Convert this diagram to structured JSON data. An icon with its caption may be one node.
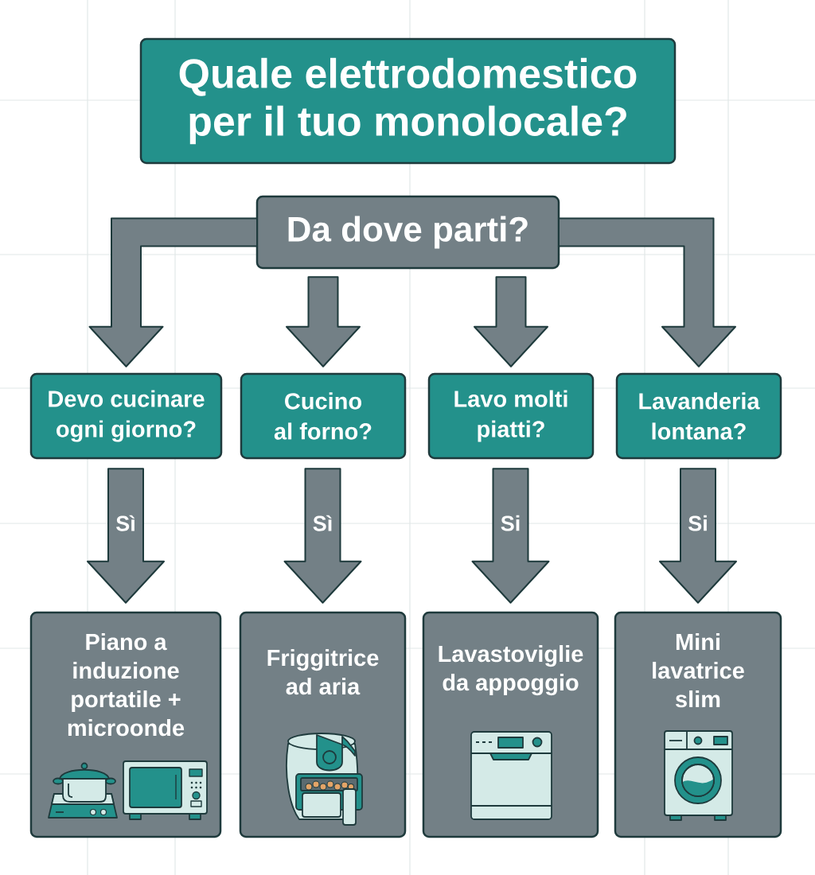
{
  "diagram": {
    "title": "Quale elettrodomestico per il tuo monolocale?",
    "nodes": [
      {
        "text": [
          "Da dove parti?"
        ]
      },
      {
        "text": [
          "Devo cucinare ogni giorno?"
        ]
      },
      {
        "text": [
          "Cucino al forno?"
        ]
      },
      {
        "text": [
          "Lavo molti piatti?"
        ]
      },
      {
        "text": [
          "Lavanderia lontana?"
        ]
      },
      {
        "text": [
          "Piano a induzione portatile + microonde"
        ]
      },
      {
        "text": [
          "Friggitrice ad aria"
        ]
      },
      {
        "text": [
          "Lavastoviglie da appoggio"
        ]
      },
      {
        "text": [
          "Mini lavatrice slim"
        ]
      }
    ],
    "edges": [
      {
        "from": 0,
        "to": 1,
        "arrow": "to"
      },
      {
        "from": 0,
        "to": 2,
        "arrow": "to"
      },
      {
        "from": 0,
        "to": 3,
        "arrow": "to"
      },
      {
        "from": 0,
        "to": 4,
        "arrow": "to"
      },
      {
        "from": 1,
        "to": 5,
        "label": "Sì",
        "arrow": "to"
      },
      {
        "from": 2,
        "to": 6,
        "label": "Sì",
        "arrow": "to"
      },
      {
        "from": 3,
        "to": 7,
        "label": "Si",
        "arrow": "to"
      },
      {
        "from": 4,
        "to": 8,
        "label": "Si",
        "arrow": "to"
      }
    ]
  }
}
